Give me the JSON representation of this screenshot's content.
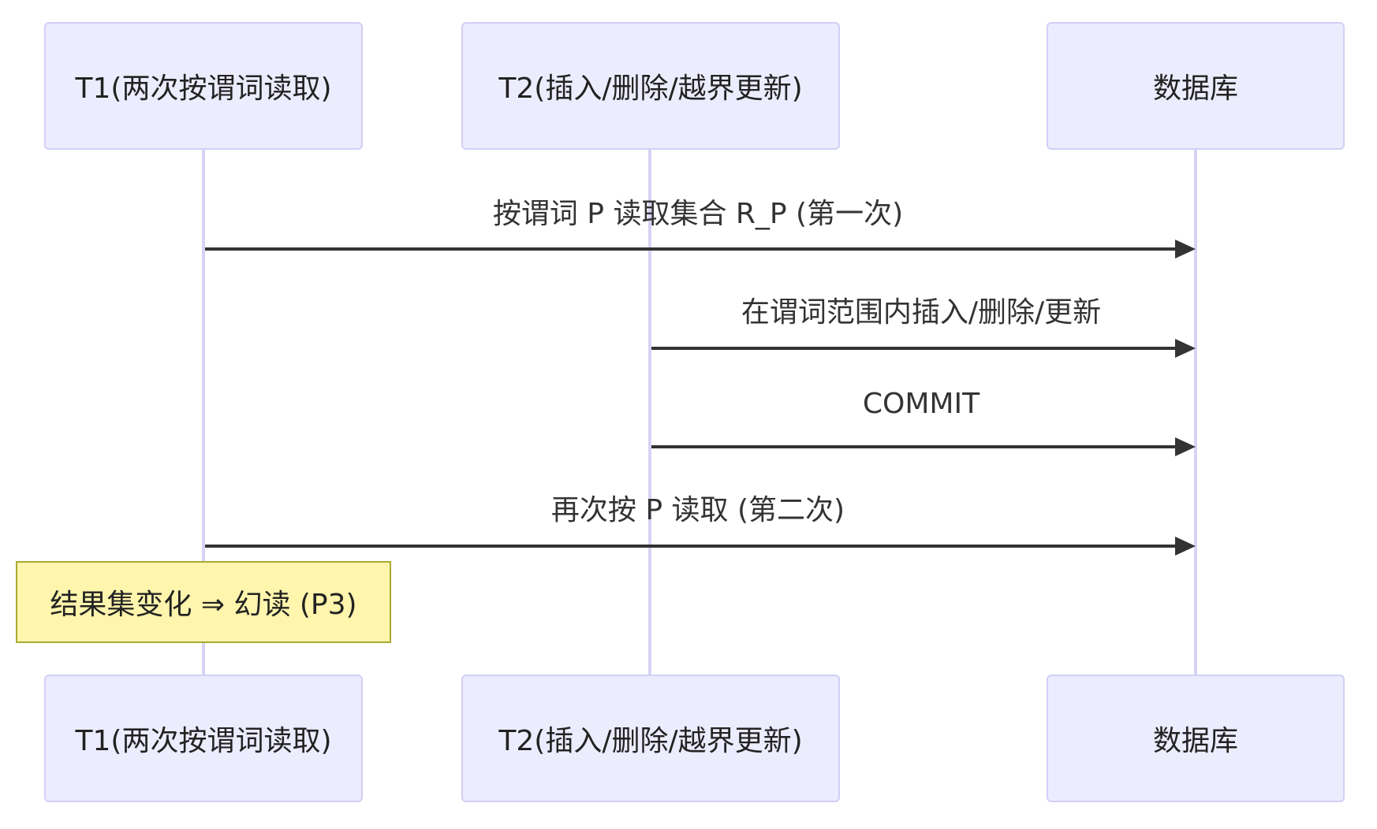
{
  "participants": [
    {
      "id": "t1",
      "label": "T1(两次按谓词读取)"
    },
    {
      "id": "t2",
      "label": "T2(插入/删除/越界更新)"
    },
    {
      "id": "db",
      "label": "数据库"
    }
  ],
  "messages": [
    {
      "from": "t1",
      "to": "db",
      "label": "按谓词 P 读取集合 R_P (第一次)"
    },
    {
      "from": "t2",
      "to": "db",
      "label": "在谓词范围内插入/删除/更新"
    },
    {
      "from": "t2",
      "to": "db",
      "label": "COMMIT"
    },
    {
      "from": "t1",
      "to": "db",
      "label": "再次按 P 读取 (第二次)"
    }
  ],
  "note": {
    "over": "t1",
    "label": "结果集变化 ⇒ 幻读 (P3)"
  },
  "colors": {
    "actor_fill": "#ececff",
    "actor_border": "#d2cff6",
    "lifeline": "#d6d4f5",
    "arrow": "#333333",
    "note_fill": "#fff5ad",
    "note_border": "#aaaa33"
  }
}
